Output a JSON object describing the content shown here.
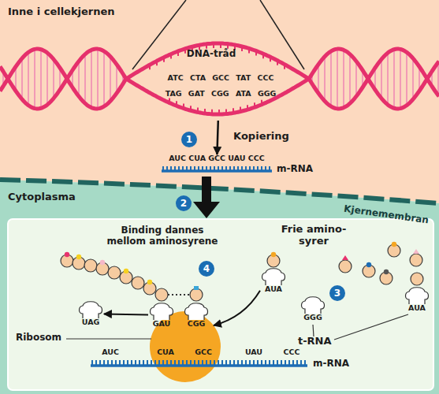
{
  "diagram": {
    "nodes": [
      {
        "text": [
          "Inne i cellekjernen"
        ]
      },
      {
        "text": [
          "DNA-tråd",
          "ATC CTA GCC TAT CCC",
          "TAG GAT CGG ATA GGG"
        ],
        "in": 0
      },
      {
        "text": [
          "AUC CUA GCC UAU CCC",
          "m-RNA"
        ],
        "in": 0
      },
      {
        "text": [
          "Cytoplasma"
        ]
      },
      {
        "text": [
          "AUA"
        ],
        "in": 3
      },
      {
        "text": [
          "UAG"
        ],
        "in": 3
      },
      {
        "text": [
          "GGG"
        ],
        "in": 3
      },
      {
        "text": [
          "AUA"
        ],
        "in": 3
      },
      {
        "text": [
          "Ribosom"
        ],
        "in": 3
      },
      {
        "text": [
          "GAU"
        ],
        "in": 8
      },
      {
        "text": [
          "CGG"
        ],
        "in": 8
      },
      {
        "text": [
          "AUC",
          "CUA",
          "GCC",
          "UAU",
          "CCC",
          "m-RNA"
        ],
        "in": 3
      }
    ],
    "edges": [
      {
        "from": 1,
        "to": 2,
        "arrow": "to",
        "label": "Kopiering"
      },
      {
        "from": 9,
        "to": 5,
        "arrow": "to"
      },
      {
        "from": 4,
        "to": 8,
        "arrow": "to"
      }
    ],
    "labels": [
      "1",
      "Kjernemembran",
      "2",
      "Binding dannes mellom aminosyrene",
      "Frie amino- syrer",
      "4",
      "3",
      "t-RNA"
    ]
  }
}
